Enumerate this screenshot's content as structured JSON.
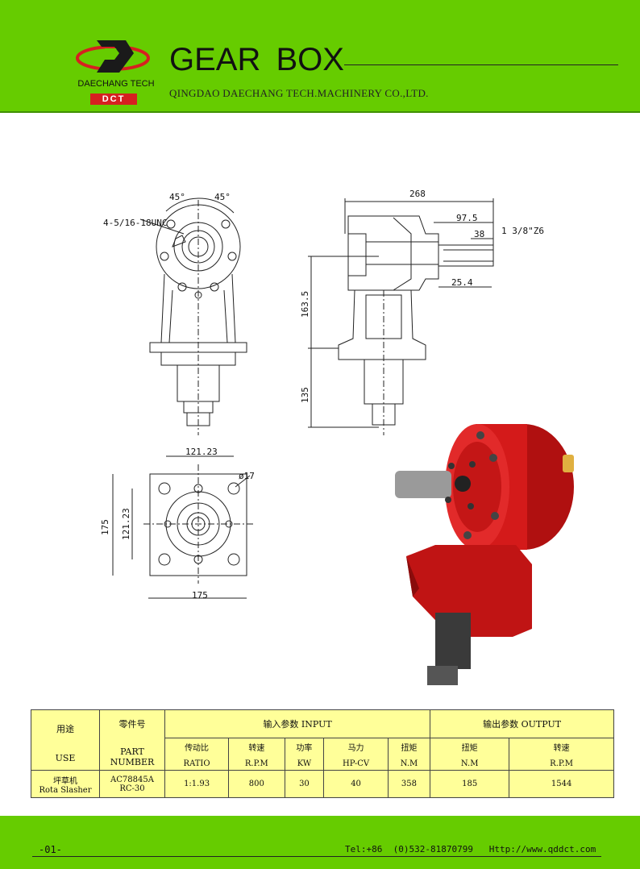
{
  "header": {
    "brand": "DAECHANG TECH",
    "badge": "DCT",
    "title": "GEAR BOX",
    "company": "QINGDAO DAECHANG TECH.MACHINERY CO.,LTD."
  },
  "dimensions": {
    "angle_left": "45°",
    "angle_right": "45°",
    "bolt_spec": "4-5/16-18UNC",
    "overall_length": "268",
    "length_97_5": "97.5",
    "length_38": "38",
    "spline": "1 3/8\"Z6",
    "length_25_4": "25.4",
    "height_163_5": "163.5",
    "height_135": "135",
    "bolt_pitch_top": "121.23",
    "hole_dia": "ø17",
    "flange_height": "175",
    "bolt_pitch_side": "121.23",
    "flange_width": "175"
  },
  "spec_table": {
    "use_cn": "用途",
    "use_en": "USE",
    "part_cn": "零件号",
    "part_en": "PART\nNUMBER",
    "input_header": "输入参数 INPUT",
    "output_header": "输出参数 OUTPUT",
    "cols": [
      {
        "cn": "传动比",
        "en": "RATIO"
      },
      {
        "cn": "转速",
        "en": "R.P.M"
      },
      {
        "cn": "功率",
        "en": "KW"
      },
      {
        "cn": "马力",
        "en": "HP-CV"
      },
      {
        "cn": "扭矩",
        "en": "N.M"
      },
      {
        "cn": "扭矩",
        "en": "N.M"
      },
      {
        "cn": "转速",
        "en": "R.P.M"
      }
    ],
    "row": {
      "use_cn": "坪草机",
      "use_en": "Rota Slasher",
      "part1": "AC78845A",
      "part2": "RC-30",
      "values": [
        "1:1.93",
        "800",
        "30",
        "40",
        "358",
        "185",
        "1544"
      ]
    }
  },
  "footer": {
    "page": "-01-",
    "contact": "Tel:+86  (0)532-81870799   Http://www.qddct.com"
  },
  "colors": {
    "header_green": "#66cc00",
    "gearbox_red": "#cc1111",
    "table_yellow": "#ffff99"
  }
}
